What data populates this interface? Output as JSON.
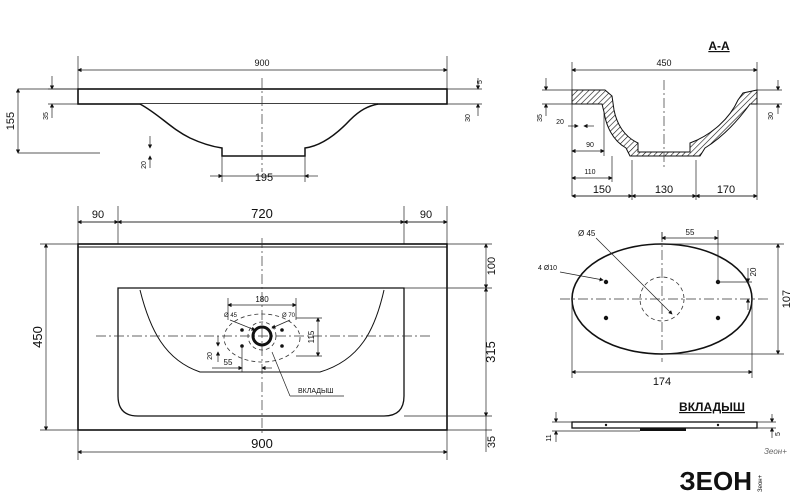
{
  "side_view": {
    "width": "900",
    "height_total": "155",
    "rim_thickness": "35",
    "right_thick": "30",
    "right_top": "5",
    "drain_depth": "20",
    "bottom_width": "195"
  },
  "section": {
    "title": "А-А",
    "width": "450",
    "left_thick": "35",
    "right_thick": "30",
    "inner_20": "20",
    "dim_90": "90",
    "dim_110": "110",
    "dim_150": "150",
    "dim_130": "130",
    "dim_170": "170"
  },
  "plan_view": {
    "dim_left": "90",
    "dim_center": "720",
    "dim_right": "90",
    "height": "450",
    "width_bottom": "900",
    "dim_100": "100",
    "dim_315": "315",
    "dim_35": "35",
    "dim_180": "180",
    "dim_115": "115",
    "dim_55": "55",
    "dim_20": "20",
    "phi_45": "Ø 45",
    "phi_70": "Ø 70",
    "insert_label": "ВКЛАДЫШ"
  },
  "insert_detail": {
    "phi_45": "Ø 45",
    "dim_55": "55",
    "holes": "4 Ø10",
    "dim_20": "20",
    "dim_107": "107",
    "dim_174": "174"
  },
  "insert_side": {
    "title": "ВКЛАДЫШ",
    "dim_11": "11",
    "dim_5": "5"
  },
  "brand": {
    "logo_text": "ЗЕОН",
    "logo_sub": "Зеон+",
    "tag": "Зеон+"
  }
}
